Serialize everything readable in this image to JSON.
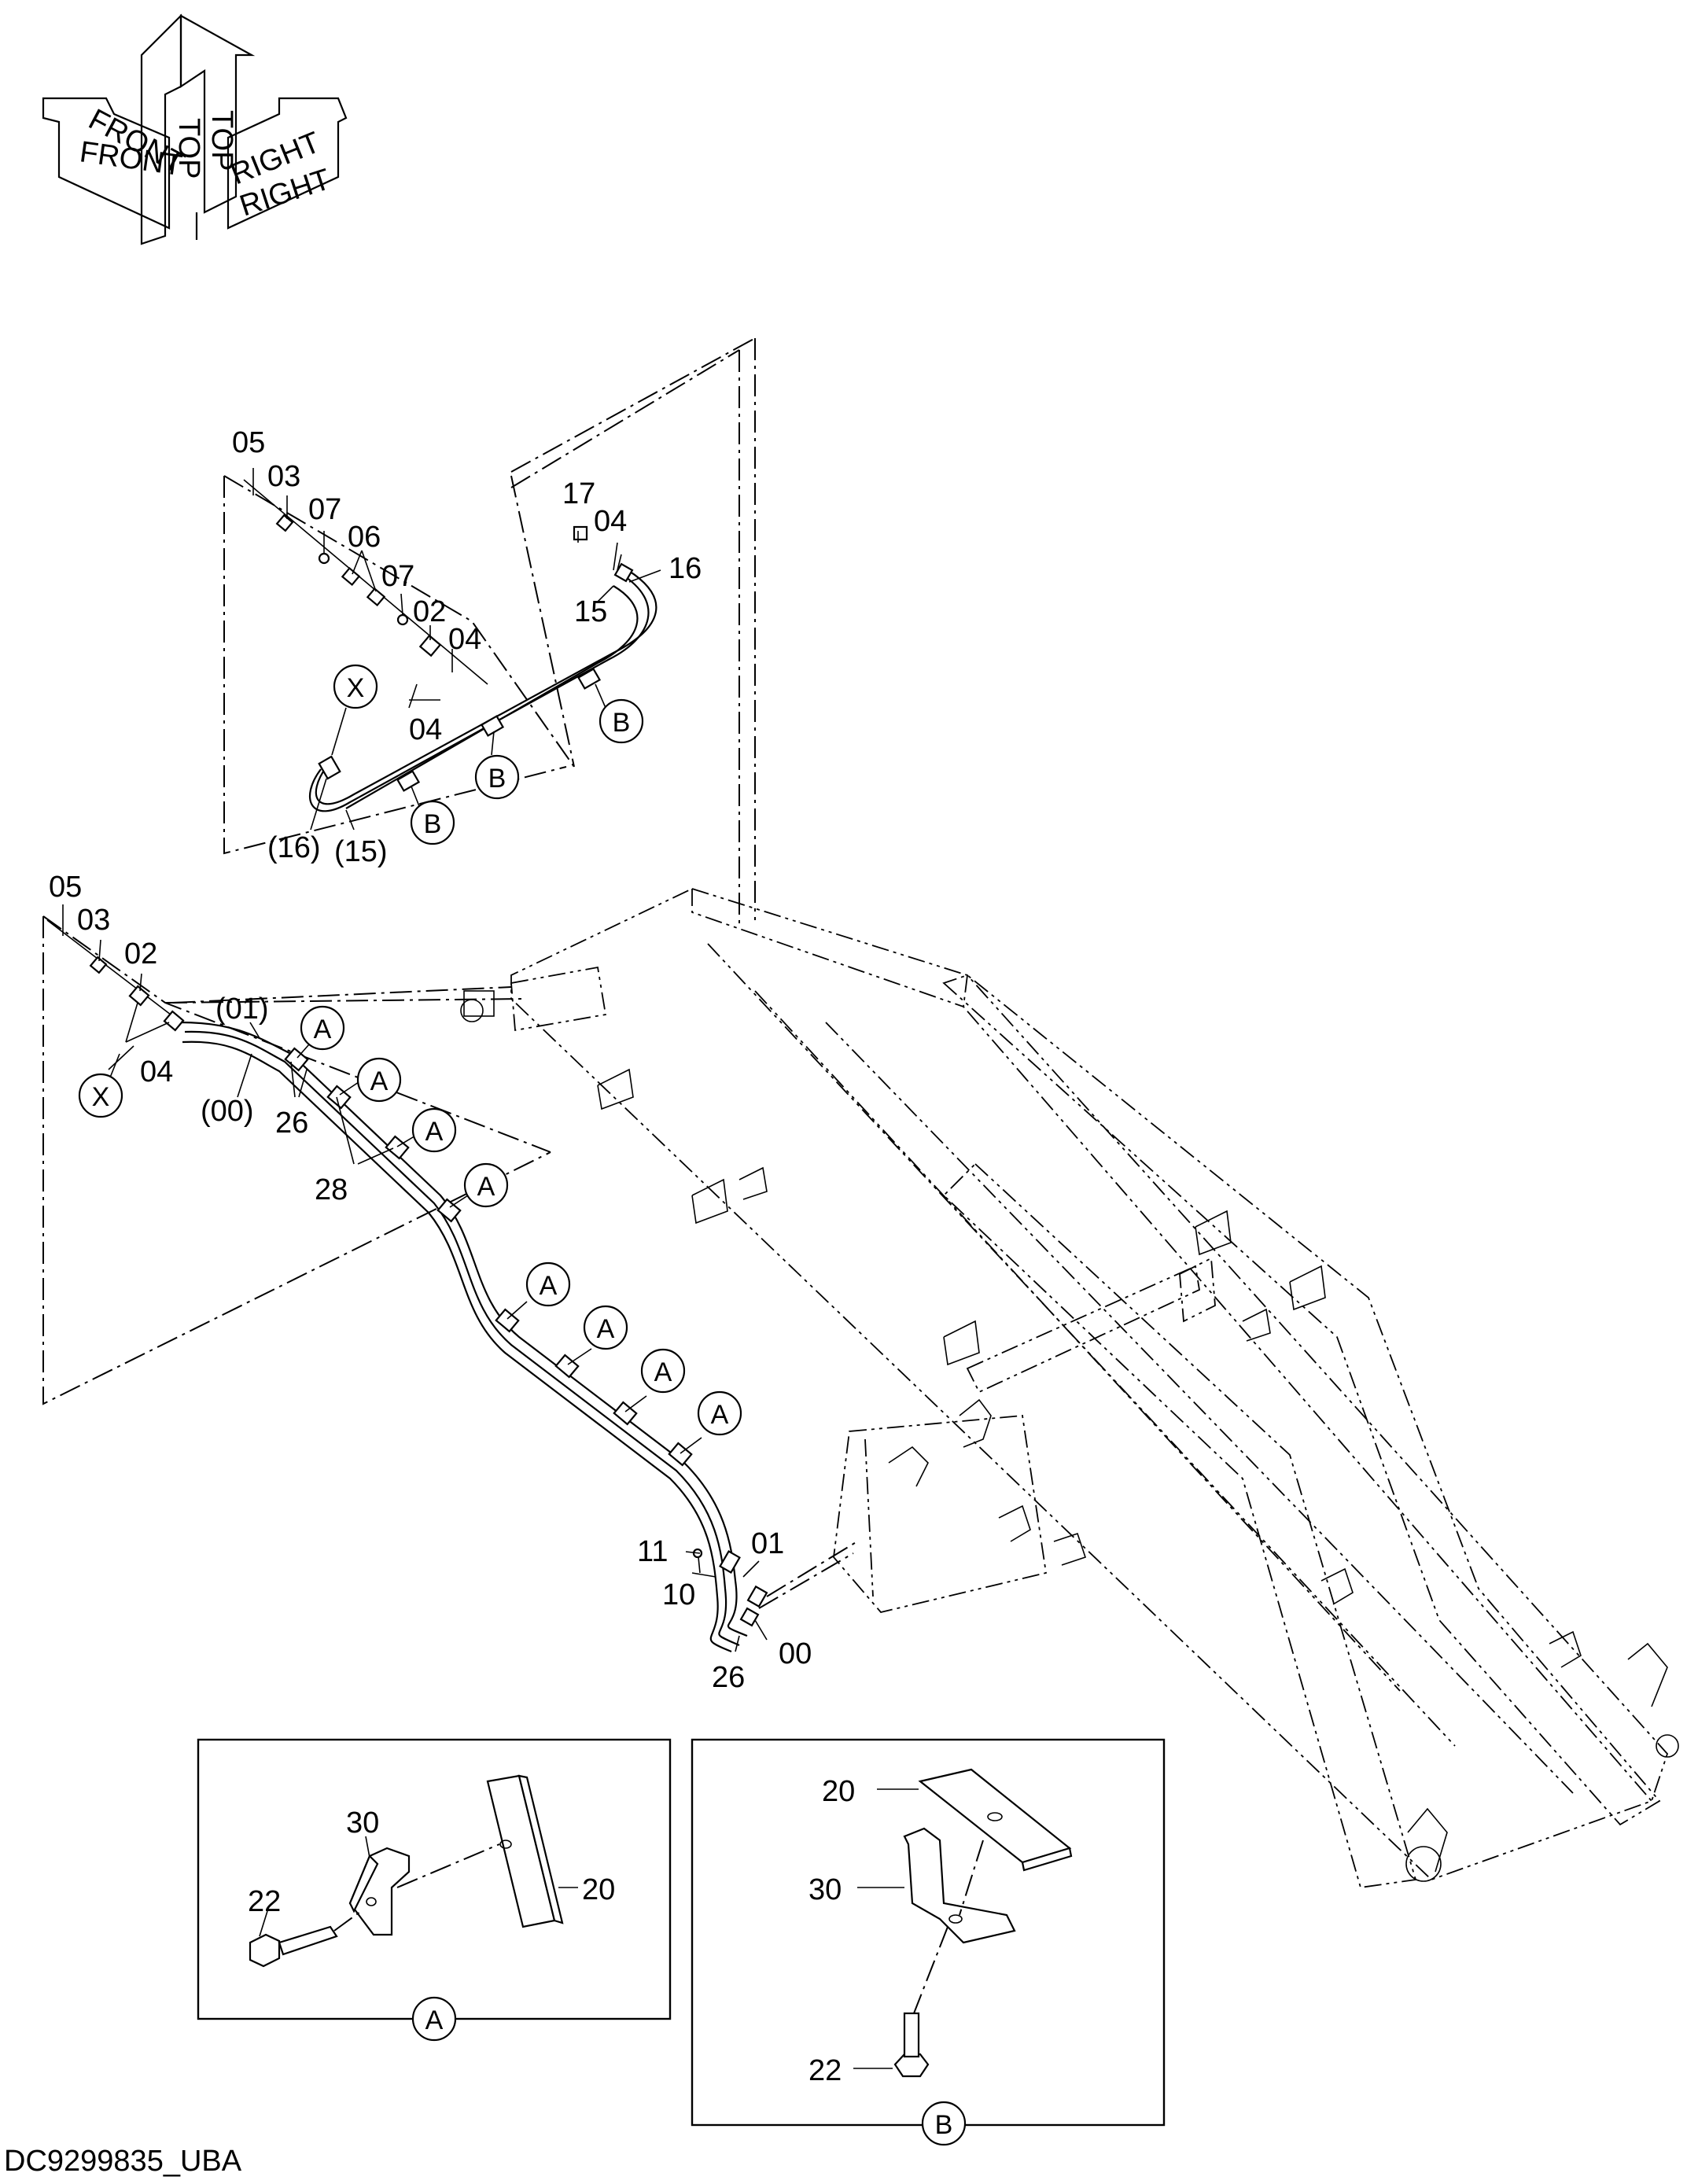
{
  "orientation": {
    "top_label_1": "TOP",
    "top_label_2": "TOP",
    "front_label_1": "FRONT",
    "front_label_2": "FRONT",
    "right_label_1": "RIGHT",
    "right_label_2": "RIGHT"
  },
  "callouts": {
    "upper": {
      "c05": "05",
      "c03": "03",
      "c07a": "07",
      "c06": "06",
      "c07b": "07",
      "c02": "02",
      "c04a": "04",
      "c04b": "04",
      "c17": "17",
      "c04c": "04",
      "c16": "16",
      "c15": "15",
      "c16p": "(16)",
      "c15p": "(15)"
    },
    "lower": {
      "c05": "05",
      "c03": "03",
      "c02": "02",
      "c04": "04",
      "c01p": "(01)",
      "c00p": "(00)",
      "c26a": "26",
      "c28": "28",
      "c11": "11",
      "c10": "10",
      "c01": "01",
      "c00": "00",
      "c26b": "26"
    },
    "detail_a": {
      "c30": "30",
      "c22": "22",
      "c20": "20"
    },
    "detail_b": {
      "c20": "20",
      "c30": "30",
      "c22": "22"
    }
  },
  "markers": {
    "X": "X",
    "A": "A",
    "B": "B"
  },
  "drawing_code": "DC9299835_UBA"
}
